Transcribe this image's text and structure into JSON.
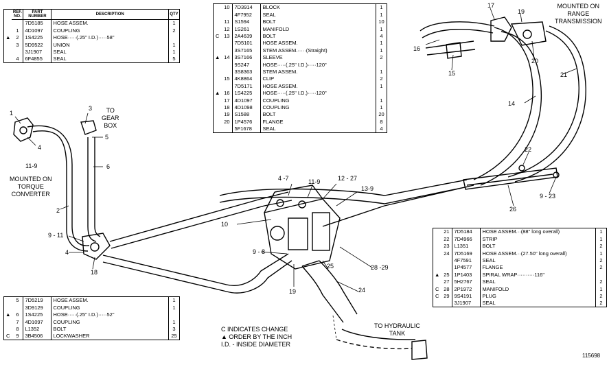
{
  "table_top_left": {
    "headers": {
      "ref": "REF. NO.",
      "part": "PART NUMBER",
      "desc": "DESCRIPTION",
      "qty": "QTY"
    },
    "rows": [
      {
        "mark": "",
        "ref": "",
        "part": "7D5185",
        "desc": "HOSE ASSEM.",
        "qty": "1"
      },
      {
        "mark": "",
        "ref": "1",
        "part": "4D1097",
        "desc": "COUPLING",
        "qty": "2"
      },
      {
        "mark": "▲",
        "ref": "2",
        "part": "1S4225",
        "desc": "HOSE·····(.25\" I.D.)·····58\"",
        "qty": ""
      },
      {
        "mark": "",
        "ref": "3",
        "part": "5D9522",
        "desc": "UNION",
        "qty": "1"
      },
      {
        "mark": "",
        "ref": "",
        "part": "3J1907",
        "desc": "SEAL",
        "qty": "1"
      },
      {
        "mark": "",
        "ref": "4",
        "part": "6F4855",
        "desc": "SEAL",
        "qty": "5"
      }
    ]
  },
  "table_top_center": {
    "rows": [
      {
        "mark": "",
        "ref": "10",
        "part": "7D3914",
        "desc": "BLOCK",
        "qty": "1"
      },
      {
        "mark": "",
        "ref": "",
        "part": "4F7952",
        "desc": "SEAL",
        "qty": "1"
      },
      {
        "mark": "",
        "ref": "11",
        "part": "S1594",
        "desc": "BOLT",
        "qty": "10"
      },
      {
        "mark": "",
        "ref": "12",
        "part": "1S261",
        "desc": "MANIFOLD",
        "qty": "1"
      },
      {
        "mark": "C",
        "ref": "13",
        "part": "2A4639",
        "desc": "BOLT",
        "qty": "4"
      },
      {
        "mark": "",
        "ref": "",
        "part": "7D5101",
        "desc": "HOSE ASSEM.",
        "qty": "1"
      },
      {
        "mark": "",
        "ref": "",
        "part": "3S7165",
        "desc": "STEM ASSEM.·····(Straight)",
        "qty": "1"
      },
      {
        "mark": "▲",
        "ref": "14",
        "part": "3S7166",
        "desc": "SLEEVE",
        "qty": "2"
      },
      {
        "mark": "",
        "ref": "",
        "part": "9S247",
        "desc": "HOSE·····(.25\" I.D.)·····120\"",
        "qty": ""
      },
      {
        "mark": "",
        "ref": "",
        "part": "3S8363",
        "desc": "STEM ASSEM.",
        "qty": "1"
      },
      {
        "mark": "",
        "ref": "15",
        "part": "4K8864",
        "desc": "CLIP",
        "qty": "2"
      },
      {
        "mark": "",
        "ref": "",
        "part": "7D5171",
        "desc": "HOSE ASSEM.",
        "qty": "1"
      },
      {
        "mark": "▲",
        "ref": "16",
        "part": "1S4225",
        "desc": "HOSE·····(.25\" I.D.)·····120\"",
        "qty": ""
      },
      {
        "mark": "",
        "ref": "17",
        "part": "4D1097",
        "desc": "COUPLING",
        "qty": "1"
      },
      {
        "mark": "",
        "ref": "18",
        "part": "4D1098",
        "desc": "COUPLING",
        "qty": "1"
      },
      {
        "mark": "",
        "ref": "19",
        "part": "S1588",
        "desc": "BOLT",
        "qty": "20"
      },
      {
        "mark": "",
        "ref": "20",
        "part": "1P4576",
        "desc": "FLANGE",
        "qty": "8"
      },
      {
        "mark": "",
        "ref": "",
        "part": "5F1678",
        "desc": "SEAL",
        "qty": "4"
      }
    ]
  },
  "table_bottom_left": {
    "rows": [
      {
        "mark": "",
        "ref": "5",
        "part": "7D5219",
        "desc": "HOSE ASSEM.",
        "qty": "1"
      },
      {
        "mark": "",
        "ref": "",
        "part": "3D9129",
        "desc": "COUPLING",
        "qty": "1"
      },
      {
        "mark": "▲",
        "ref": "6",
        "part": "1S4225",
        "desc": "HOSE·····(.25\" I.D.)·····52\"",
        "qty": ""
      },
      {
        "mark": "",
        "ref": "7",
        "part": "4D1097",
        "desc": "COUPLING",
        "qty": "1"
      },
      {
        "mark": "",
        "ref": "8",
        "part": "L1352",
        "desc": "BOLT",
        "qty": "3"
      },
      {
        "mark": "C",
        "ref": "9",
        "part": "3B4506",
        "desc": "LOCKWASHER",
        "qty": "25"
      }
    ]
  },
  "table_bottom_right": {
    "rows": [
      {
        "mark": "",
        "ref": "21",
        "part": "7D5184",
        "desc": "HOSE ASSEM.··(88\" long overall)",
        "qty": "1"
      },
      {
        "mark": "",
        "ref": "22",
        "part": "7D4966",
        "desc": "STRIP",
        "qty": "1"
      },
      {
        "mark": "",
        "ref": "23",
        "part": "L1351",
        "desc": "BOLT",
        "qty": "2"
      },
      {
        "mark": "",
        "ref": "24",
        "part": "7D5169",
        "desc": "HOSE ASSEM.··(27.50\" long overall)",
        "qty": "1"
      },
      {
        "mark": "",
        "ref": "",
        "part": "4F7591",
        "desc": "SEAL",
        "qty": "2"
      },
      {
        "mark": "",
        "ref": "",
        "part": "1P4577",
        "desc": "FLANGE",
        "qty": "2"
      },
      {
        "mark": "▲",
        "ref": "25",
        "part": "1P1403",
        "desc": "SPIRAL WRAP··········116\"",
        "qty": ""
      },
      {
        "mark": "",
        "ref": "27",
        "part": "5H2767",
        "desc": "SEAL",
        "qty": "2"
      },
      {
        "mark": "C",
        "ref": "28",
        "part": "2P1972",
        "desc": "MANIFOLD",
        "qty": "1"
      },
      {
        "mark": "C",
        "ref": "29",
        "part": "9S4191",
        "desc": "PLUG",
        "qty": "2"
      },
      {
        "mark": "",
        "ref": "",
        "part": "3J1907",
        "desc": "SEAL",
        "qty": "2"
      }
    ]
  },
  "labels": {
    "to_gear_box": [
      "TO",
      "GEAR",
      "BOX"
    ],
    "mounted_on_torque_converter": [
      "MOUNTED ON",
      "TORQUE",
      "CONVERTER"
    ],
    "mounted_on_range_transmission": [
      "MOUNTED ON",
      "RANGE",
      "TRANSMISSION"
    ],
    "to_hydraulic_tank": [
      "TO HYDRAULIC",
      "TANK"
    ],
    "figure_number": "115698"
  },
  "legend": [
    "C INDICATES CHANGE",
    "▲ ORDER BY THE INCH",
    "I.D. - INSIDE DIAMETER"
  ],
  "callouts": {
    "c1": "1",
    "c2": "2",
    "c3": "3",
    "c4a": "4",
    "c4b": "4",
    "c4_7": "4 -7",
    "c5": "5",
    "c6": "6",
    "c9_11": "9 - 11",
    "c9_8": "9 - 8",
    "c9_23": "9 - 23",
    "c10": "10",
    "c11_9a": "11-9",
    "c11_9b": "11-9",
    "c12_27": "12 - 27",
    "c13_9": "13-9",
    "c14": "14",
    "c15": "15",
    "c16": "16",
    "c17": "17",
    "c18": "18",
    "c19a": "19",
    "c19b": "19",
    "c20": "20",
    "c21": "21",
    "c22": "22",
    "c24": "24",
    "c25": "25",
    "c26": "26",
    "c28_29": "28 -29"
  }
}
